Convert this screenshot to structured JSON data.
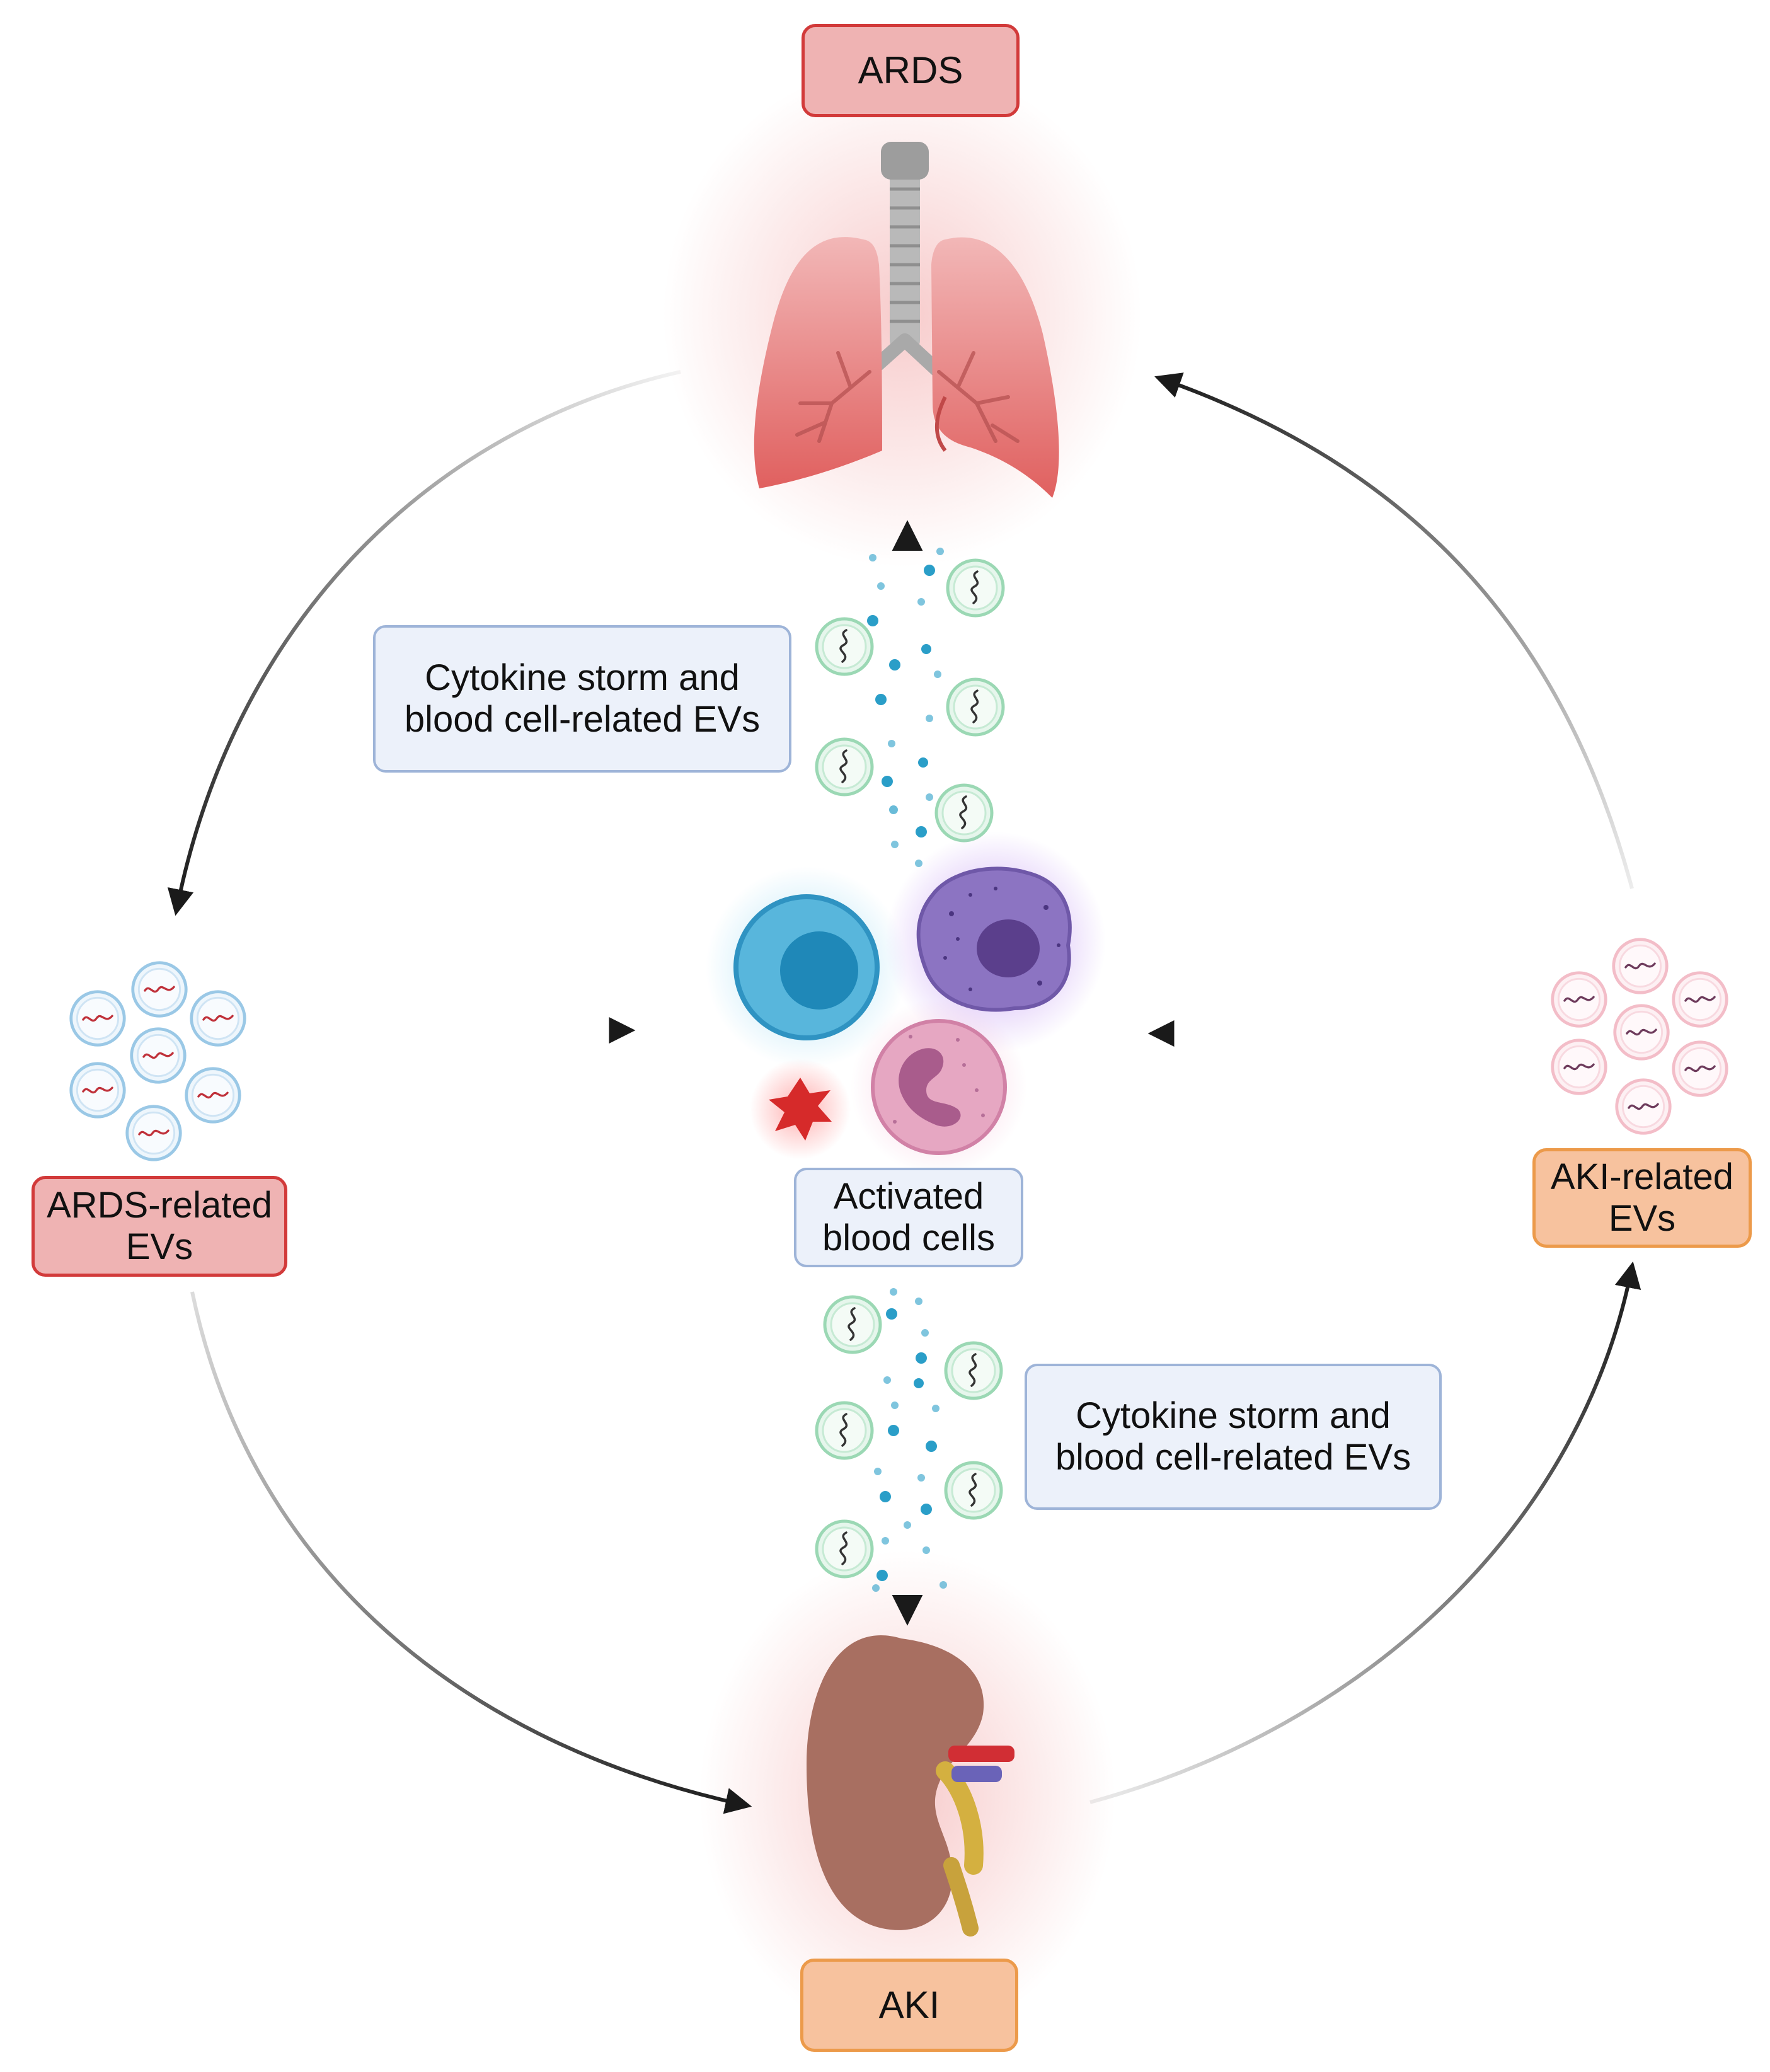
{
  "nodes": {
    "ards": "ARDS",
    "aki": "AKI",
    "ards_evs": [
      "ARDS-related",
      "EVs"
    ],
    "aki_evs": [
      "AKI-related",
      "EVs"
    ],
    "activated_cells": [
      "Activated",
      "blood cells"
    ],
    "cytokine_top": [
      "Cytokine storm and",
      "blood cell-related EVs"
    ],
    "cytokine_bottom": [
      "Cytokine storm and",
      "blood cell-related EVs"
    ]
  },
  "colors": {
    "ards_fill": "#efb3b3",
    "ards_border": "#d23a3a",
    "aki_fill": "#f7c29e",
    "aki_border": "#ec9a4a",
    "info_fill": "#ecf1fa",
    "info_border": "#9eb4d8",
    "lung": "#e27a7a",
    "kidney": "#a86f61",
    "cytokine_dot": "#2a9ec8",
    "vesicle": "#bfe7cf",
    "arrow": "#1a1a1a"
  },
  "icons": [
    "lungs-icon",
    "kidney-icon",
    "lymphocyte-icon",
    "monocyte-icon",
    "neutrophil-icon",
    "platelet-icon",
    "vesicle-icon",
    "cytokine-dot-icon"
  ]
}
